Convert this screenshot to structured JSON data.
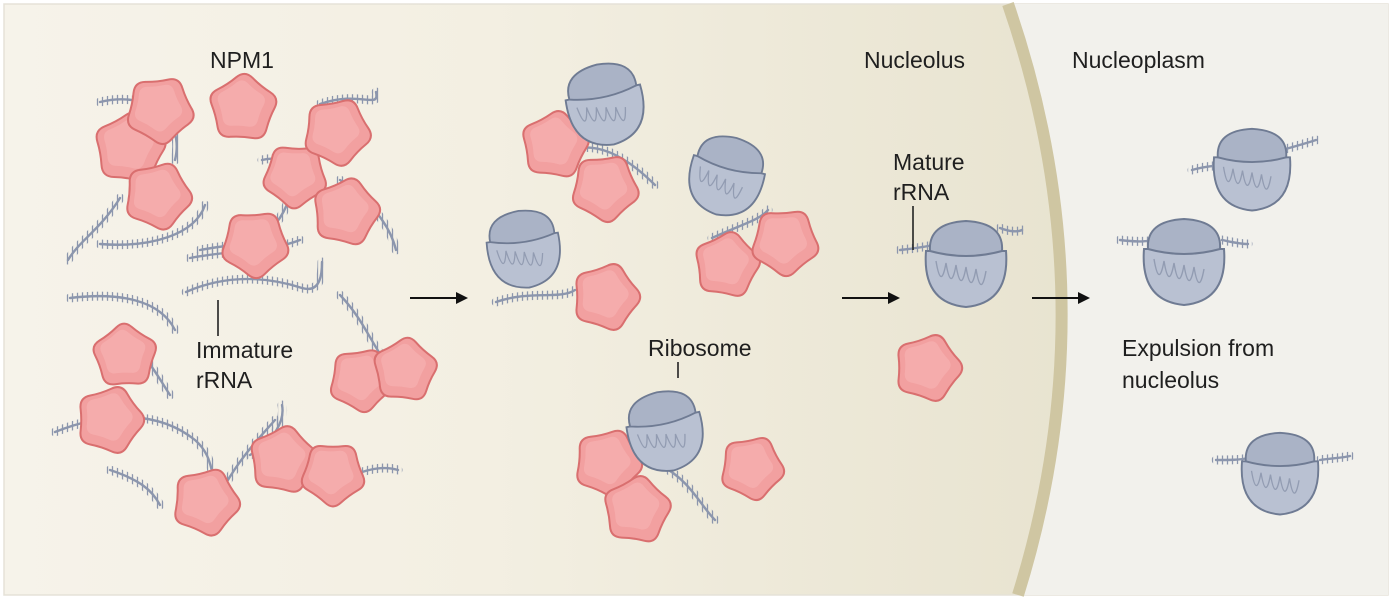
{
  "labels": {
    "npm1": "NPM1",
    "immature_line1": "Immature",
    "immature_line2": "rRNA",
    "ribosome": "Ribosome",
    "nucleolus": "Nucleolus",
    "nucleoplasm": "Nucleoplasm",
    "mature_line1": "Mature",
    "mature_line2": "rRNA",
    "expulsion_line1": "Expulsion from",
    "expulsion_line2": "nucleolus"
  },
  "colors": {
    "npm1_fill": "#f2a0a0",
    "npm1_stroke": "#d96f6f",
    "ribosome_fill": "#b9c1d2",
    "ribosome_stroke": "#6f7b93",
    "rrna_stroke": "#8c96ad",
    "nucleolus_background": "#e4e0cb",
    "nucleoplasm_background": "#f2f1ec"
  },
  "icons": {
    "npm1": "npm1-pentamer-icon",
    "ribosome": "ribosome-icon",
    "rrna": "rrna-strand-icon",
    "arrow": "right-arrow-icon"
  }
}
